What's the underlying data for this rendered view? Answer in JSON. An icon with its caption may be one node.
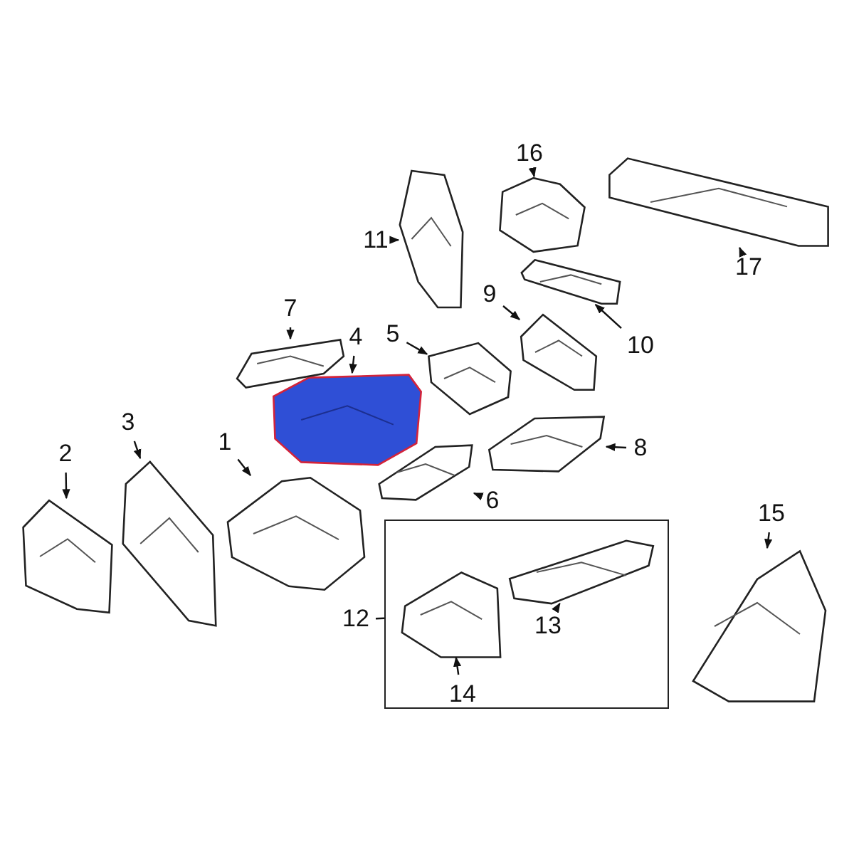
{
  "diagram": {
    "nodes": [
      {
        "text": [
          "1"
        ]
      },
      {
        "text": [],
        "shape": "picture"
      },
      {
        "text": [
          "2"
        ]
      },
      {
        "text": [],
        "shape": "picture"
      },
      {
        "text": [
          "3"
        ]
      },
      {
        "text": [],
        "shape": "picture"
      },
      {
        "text": [
          "4"
        ]
      },
      {
        "text": [],
        "shape": "picture"
      },
      {
        "text": [
          "5"
        ]
      },
      {
        "text": [],
        "shape": "picture"
      },
      {
        "text": [
          "6"
        ]
      },
      {
        "text": [],
        "shape": "picture"
      },
      {
        "text": [
          "7"
        ]
      },
      {
        "text": [],
        "shape": "picture"
      },
      {
        "text": [
          "8"
        ]
      },
      {
        "text": [],
        "shape": "picture"
      },
      {
        "text": [
          "9"
        ]
      },
      {
        "text": [],
        "shape": "picture"
      },
      {
        "text": [
          "10"
        ]
      },
      {
        "text": [],
        "shape": "picture"
      },
      {
        "text": [
          "11"
        ]
      },
      {
        "text": [],
        "shape": "picture"
      },
      {
        "text": [
          "12"
        ]
      },
      {
        "text": [],
        "shape": "box"
      },
      {
        "text": [
          "13"
        ],
        "in": 23
      },
      {
        "text": [],
        "shape": "picture",
        "in": 23
      },
      {
        "text": [
          "14"
        ],
        "in": 23
      },
      {
        "text": [],
        "shape": "picture",
        "in": 23
      },
      {
        "text": [
          "15"
        ]
      },
      {
        "text": [],
        "shape": "picture"
      },
      {
        "text": [
          "16"
        ]
      },
      {
        "text": [],
        "shape": "picture"
      },
      {
        "text": [
          "17"
        ]
      },
      {
        "text": [],
        "shape": "picture"
      }
    ],
    "edges": [
      {
        "from": 0,
        "to": 1,
        "arrow": "to"
      },
      {
        "from": 2,
        "to": 3,
        "arrow": "to"
      },
      {
        "from": 4,
        "to": 5,
        "arrow": "to"
      },
      {
        "from": 6,
        "to": 7,
        "arrow": "to"
      },
      {
        "from": 8,
        "to": 9,
        "arrow": "to"
      },
      {
        "from": 10,
        "to": 11,
        "arrow": "to"
      },
      {
        "from": 12,
        "to": 13,
        "arrow": "to"
      },
      {
        "from": 14,
        "to": 15,
        "arrow": "to"
      },
      {
        "from": 16,
        "to": 17,
        "arrow": "to"
      },
      {
        "from": 18,
        "to": 19,
        "arrow": "to"
      },
      {
        "from": 20,
        "to": 21,
        "arrow": "to"
      },
      {
        "from": 22,
        "to": 23,
        "arrow": "none"
      },
      {
        "from": 24,
        "to": 25,
        "arrow": "to"
      },
      {
        "from": 26,
        "to": 27,
        "arrow": "to"
      },
      {
        "from": 28,
        "to": 29,
        "arrow": "to"
      },
      {
        "from": 30,
        "to": 31,
        "arrow": "to"
      },
      {
        "from": 32,
        "to": 33,
        "arrow": "to"
      }
    ]
  }
}
